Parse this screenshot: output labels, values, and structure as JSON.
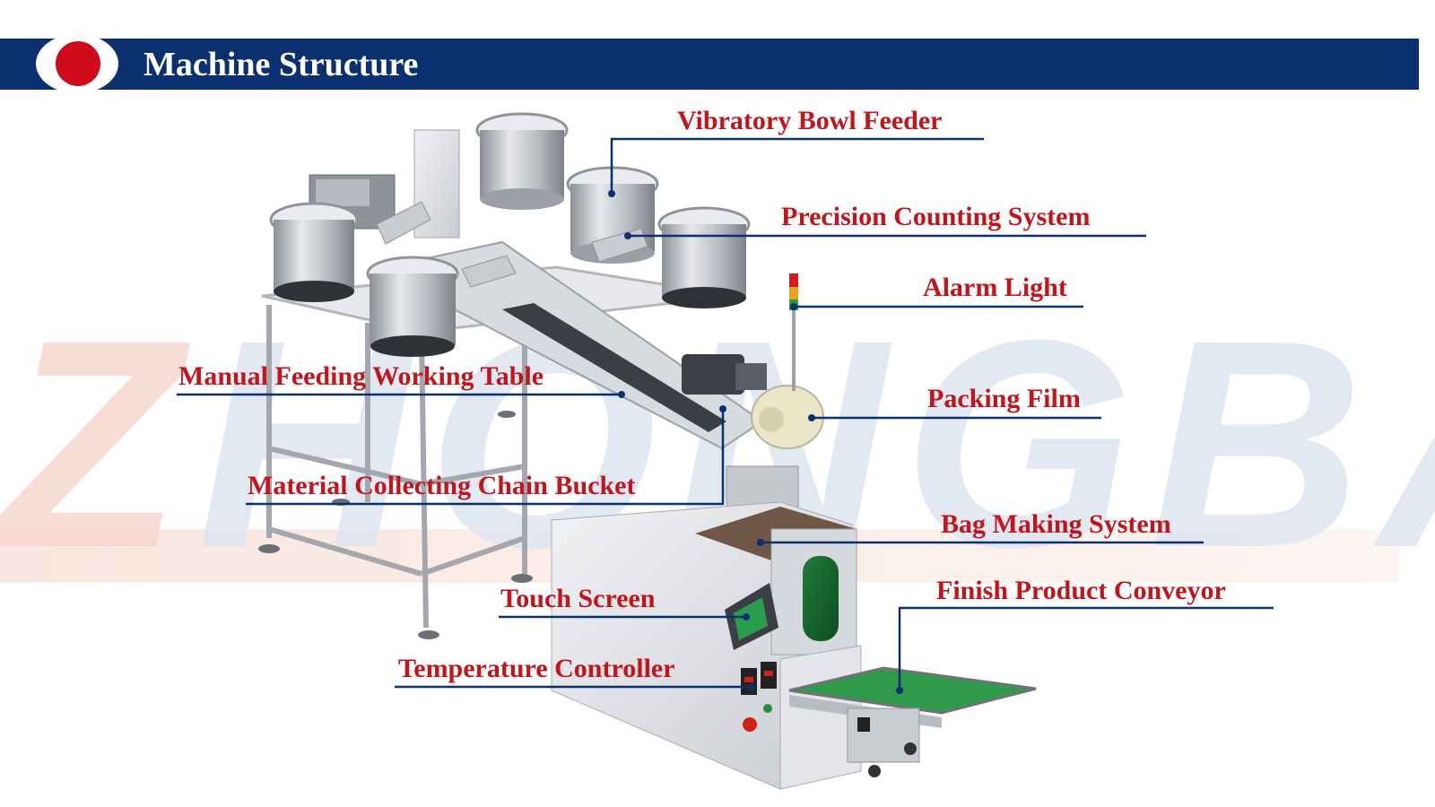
{
  "header": {
    "title": "Machine Structure"
  },
  "watermark": {
    "text": "ZHONGBAI"
  },
  "colors": {
    "header_bg": "#0b3070",
    "accent_red": "#d10a1c",
    "label_red": "#c3141c",
    "leader_blue": "#0b3070"
  },
  "labels": {
    "vibratory_bowl_feeder": "Vibratory Bowl Feeder",
    "precision_counting_system": "Precision Counting System",
    "alarm_light": "Alarm Light",
    "manual_feeding_working_table": "Manual Feeding Working Table",
    "packing_film": "Packing Film",
    "material_collecting_chain_bucket": "Material Collecting Chain Bucket",
    "bag_making_system": "Bag Making System",
    "touch_screen": "Touch Screen",
    "finish_product_conveyor": "Finish Product Conveyor",
    "temperature_controller": "Temperature Controller"
  }
}
